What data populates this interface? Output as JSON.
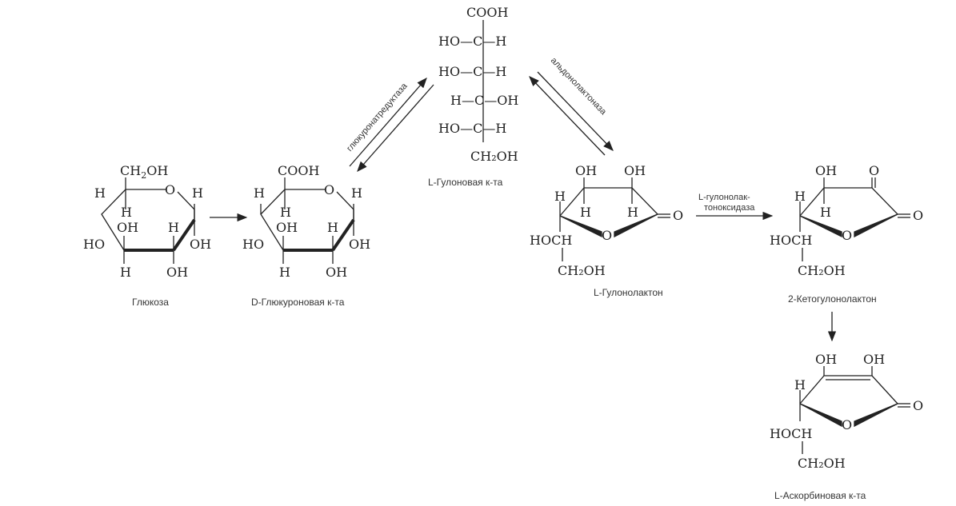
{
  "compounds": {
    "glucose": {
      "name": "Глюкоза",
      "ch2oh": "CH",
      "ch2oh_sub": "2",
      "ch2oh_tail": "OH",
      "h": "H",
      "oh": "OH",
      "ho": "HO",
      "o": "O"
    },
    "glucuronic": {
      "name": "D-Глюкуроновая к-та",
      "cooh": "COOH",
      "h": "H",
      "oh": "OH",
      "ho": "HO",
      "o": "O"
    },
    "gulonic": {
      "name": "L-Гулоновая к-та",
      "cooh": "COOH",
      "rows": [
        "HO—C—H",
        "HO—C—H",
        "H—C—OH",
        "HO—C—H"
      ],
      "ch2oh": "CH₂OH"
    },
    "gulonolactone": {
      "name": "L-Гулонолактон",
      "oh": "OH",
      "h": "H",
      "o": "O",
      "hoch": "HOCH",
      "ch2oh": "CH₂OH"
    },
    "ketogulonolactone": {
      "name": "2-Кетогулонолактон",
      "oh": "OH",
      "h": "H",
      "o": "O",
      "hoch": "HOCH",
      "ch2oh": "CH₂OH"
    },
    "ascorbic": {
      "name": "L-Аскорбиновая к-та",
      "oh": "OH",
      "h": "H",
      "o": "O",
      "hoch": "HOCH",
      "ch2oh": "CH₂OH"
    }
  },
  "enzymes": {
    "reductase": "глюкуронатредуктаза",
    "lactonase": "альдонолактоназа",
    "oxidase_line1": "L-гулонолак-",
    "oxidase_line2": "тоноксидаза"
  }
}
